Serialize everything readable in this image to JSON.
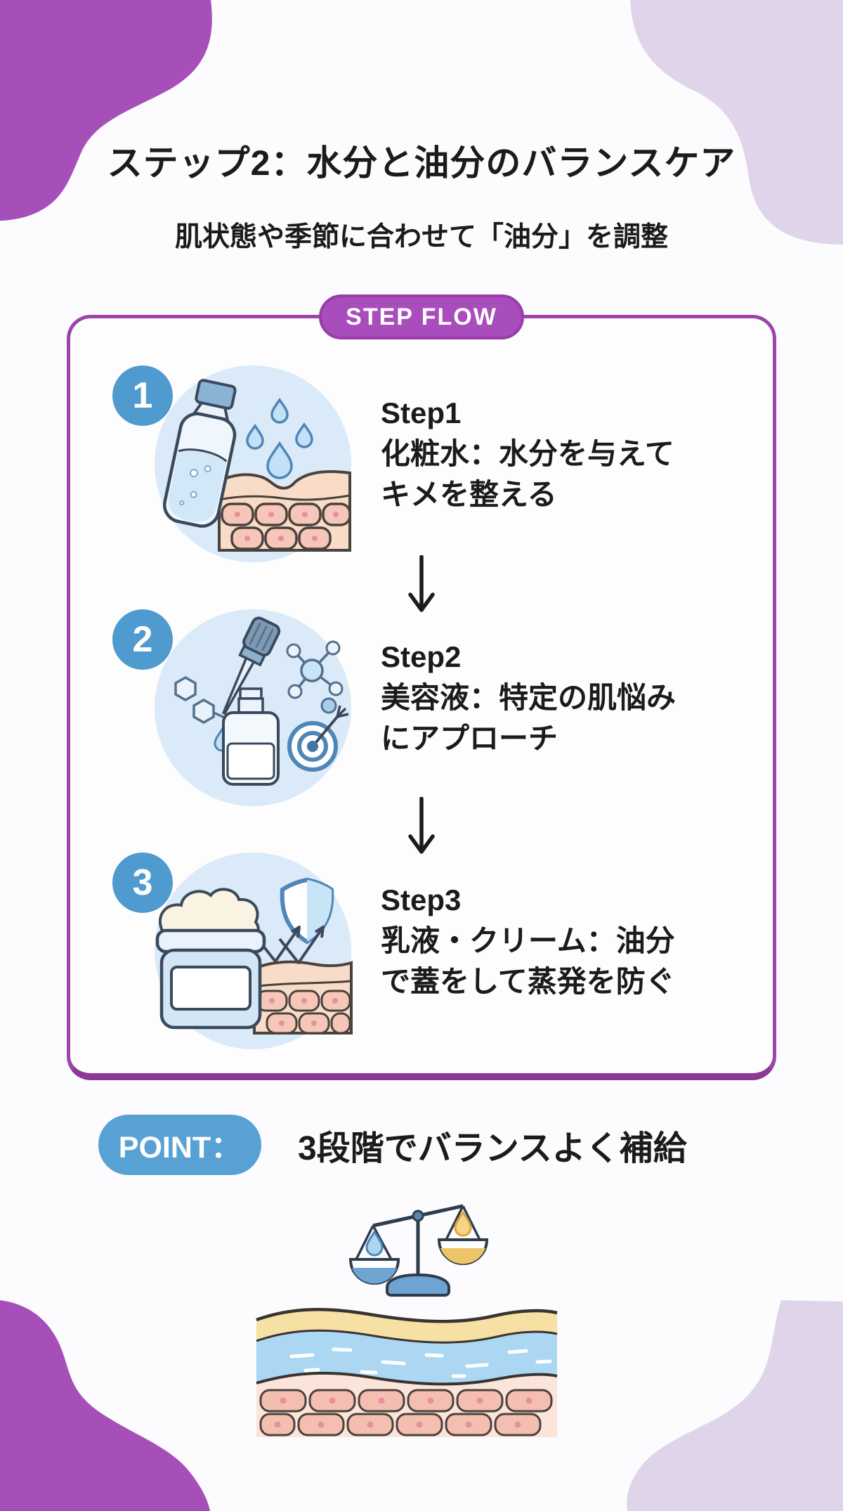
{
  "colors": {
    "purple_blob": "#A74FB8",
    "lavender_blob": "#DFD4EA",
    "box_border": "#9C44A8",
    "step_badge_blue": "#4F9ACF",
    "point_pill_blue": "#57A1D5",
    "illustration_circle_blue": "#DAEAF8",
    "text": "#1B1B1D"
  },
  "header": {
    "title": "ステップ2：水分と油分のバランスケア",
    "subtitle": "肌状態や季節に合わせて「油分」を調整"
  },
  "step_flow": {
    "badge": "STEP FLOW",
    "steps": [
      {
        "number": "1",
        "label": "Step1",
        "line1": "化粧水：水分を与えて",
        "line2": "キメを整える",
        "icon": "toner-bottle-water-drops-skin-illustration"
      },
      {
        "number": "2",
        "label": "Step2",
        "line1": "美容液：特定の肌悩み",
        "line2": "にアプローチ",
        "icon": "serum-dropper-molecules-target-illustration"
      },
      {
        "number": "3",
        "label": "Step3",
        "line1": "乳液・クリーム：油分",
        "line2": "で蓋をして蒸発を防ぐ",
        "icon": "cream-jar-shield-skin-illustration"
      }
    ]
  },
  "point": {
    "label": "POINT：",
    "text": "3段階でバランスよく補給",
    "icon": "balance-scale-skin-layers-illustration"
  }
}
